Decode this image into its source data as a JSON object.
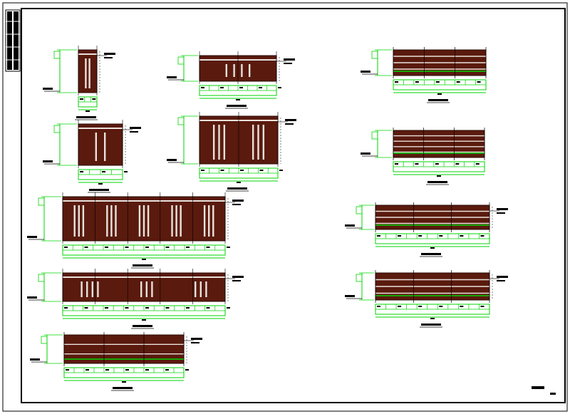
{
  "drawing": {
    "colors": {
      "background": "#ffffff",
      "frame": "#000000",
      "panel": "#5a1a0e",
      "panel_light": "#e9e2dc",
      "dimension": "#00d400",
      "annotation": "#000000"
    },
    "title_block_text": "",
    "elements": [
      {
        "name": "elevation-a",
        "kind": "brown",
        "slats": 2,
        "rails": 1
      },
      {
        "name": "elevation-b",
        "kind": "brown",
        "slats": 4,
        "rails": 1
      },
      {
        "name": "elevation-c",
        "kind": "brown",
        "slats": 2,
        "rails": 1
      },
      {
        "name": "elevation-d",
        "kind": "brown",
        "slats": 6,
        "rails": 1
      },
      {
        "name": "elevation-e",
        "kind": "brown",
        "slats": 15,
        "rails": 1
      },
      {
        "name": "elevation-f",
        "kind": "brown",
        "slats": 10,
        "rails": 1
      },
      {
        "name": "elevation-g",
        "kind": "railing",
        "slats": 0,
        "rails": 3
      },
      {
        "name": "elevation-h",
        "kind": "railing",
        "slats": 0,
        "rails": 4
      },
      {
        "name": "elevation-i",
        "kind": "railing",
        "slats": 0,
        "rails": 3
      },
      {
        "name": "elevation-j",
        "kind": "railing",
        "slats": 0,
        "rails": 3
      },
      {
        "name": "elevation-k",
        "kind": "railing",
        "slats": 0,
        "rails": 2
      }
    ]
  }
}
